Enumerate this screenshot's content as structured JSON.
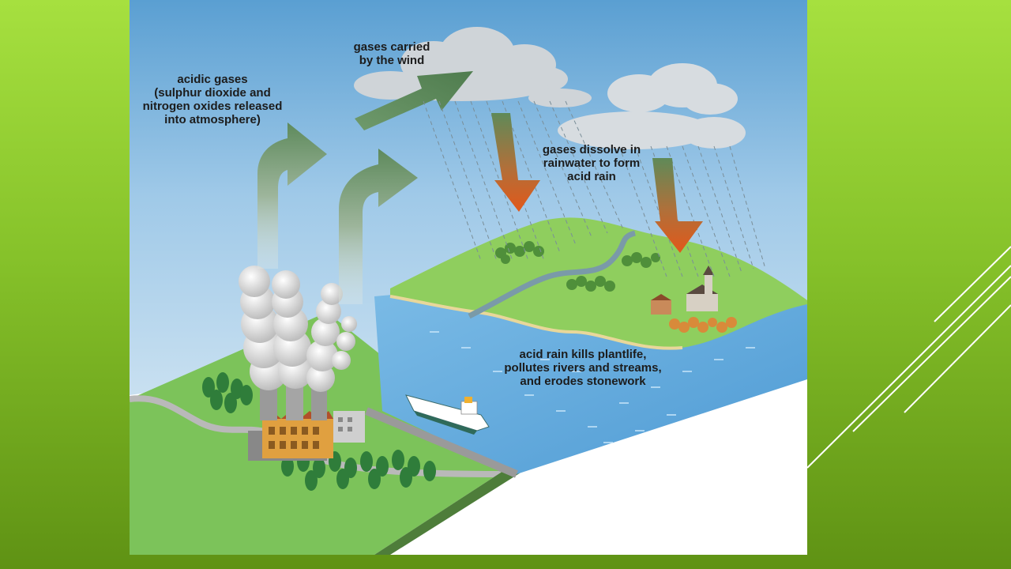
{
  "diagram": {
    "labels": {
      "acidic_gases": "acidic gases\n(sulphur dioxide and\nnitrogen oxides released\ninto atmosphere)",
      "gases_carried": "gases carried\nby the wind",
      "gases_dissolve": "gases dissolve in\nrainwater to form\nacid rain",
      "acid_rain_kills": "acid rain kills plantlife,\npollutes rivers and streams,\nand erodes stonework"
    }
  },
  "colors": {
    "slide_background": "#8cc83a",
    "sky_top": "#5b9fd2",
    "land": "#7cc35a",
    "water": "#6aaedd",
    "rising_arrow": "#5e8a5c",
    "acid_rain_arrow": "#e2581a"
  }
}
